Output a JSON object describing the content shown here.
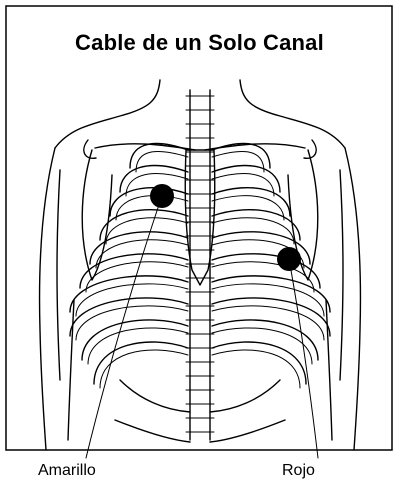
{
  "title": "Cable de un Solo Canal",
  "electrodes": [
    {
      "label": "Amarillo"
    },
    {
      "label": "Rojo"
    }
  ]
}
